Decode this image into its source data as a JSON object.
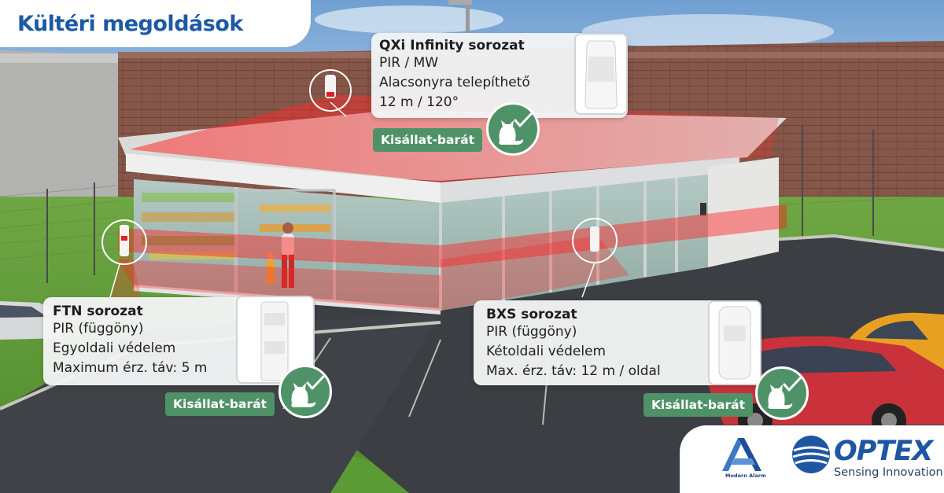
{
  "header": {
    "title": "Kültéri megoldások"
  },
  "pet_badge_label": "Kisállat-barát",
  "products": [
    {
      "heading": "QXi Infinity sorozat",
      "lines": [
        "PIR / MW",
        "Alacsonyra telepíthető",
        "12 m / 120°"
      ],
      "pet_friendly": true
    },
    {
      "heading": "FTN sorozat",
      "lines": [
        "PIR (függöny)",
        "Egyoldali védelem",
        "Maximum érz. táv: 5 m"
      ],
      "pet_friendly": true
    },
    {
      "heading": "BXS sorozat",
      "lines": [
        "PIR (függöny)",
        "Kétoldali védelem",
        "Max. érz. táv: 12 m / oldal"
      ],
      "pet_friendly": true
    }
  ],
  "logos": {
    "modern_alarm": "Modern Alarm",
    "optex": "OPTEX",
    "optex_tagline": "Sensing Innovation"
  },
  "colors": {
    "title_blue": "#1d5aa6",
    "pet_green": "#4f9268",
    "detection_red": "#e8222a"
  },
  "icons": [
    "cat-icon",
    "checkmark-icon",
    "modern-alarm-logo",
    "optex-globe-logo"
  ]
}
